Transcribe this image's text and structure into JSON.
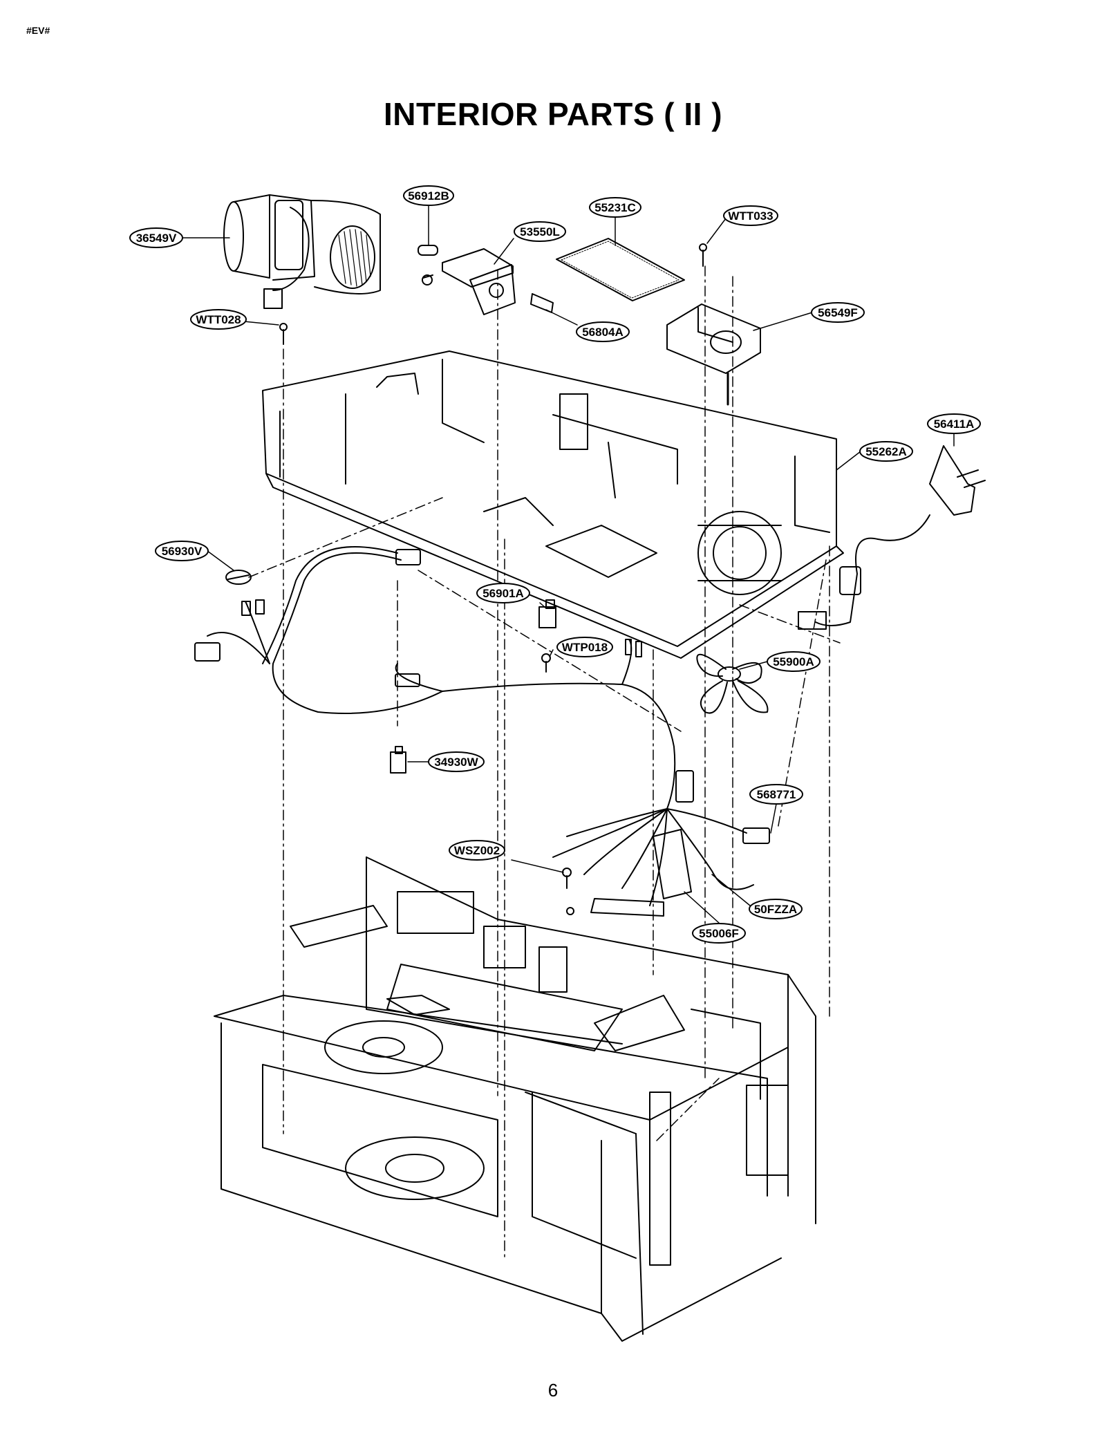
{
  "header": {
    "doc_code": "#EV#",
    "title": "INTERIOR PARTS ( II )"
  },
  "footer": {
    "page_number": "6"
  },
  "parts": [
    "36549V",
    "56912B",
    "53550L",
    "55231C",
    "WTT033",
    "WTT028",
    "56804A",
    "56549F",
    "56411A",
    "55262A",
    "56930V",
    "56901A",
    "WTP018",
    "55900A",
    "34930W",
    "568771",
    "WSZ002",
    "50FZZA",
    "55006F"
  ]
}
